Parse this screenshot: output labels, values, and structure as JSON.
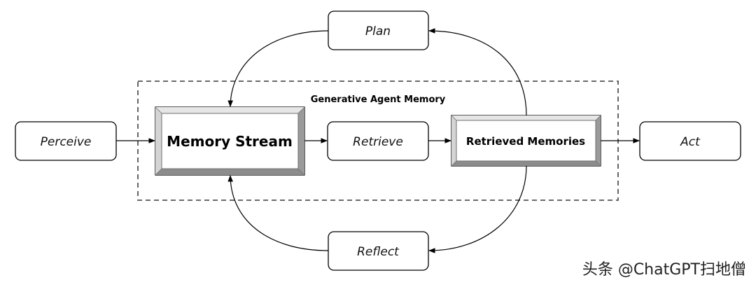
{
  "group": {
    "label": "Generative Agent Memory"
  },
  "nodes": {
    "plan": "Plan",
    "perceive": "Perceive",
    "memory_stream": "Memory Stream",
    "retrieve": "Retrieve",
    "retrieved_memories": "Retrieved Memories",
    "act": "Act",
    "reflect": "Reflect"
  },
  "watermark": "头条 @ChatGPT扫地僧",
  "colors": {
    "stroke": "#000000",
    "box_fill": "#ffffff",
    "bevel_light": "#e6e6e6",
    "bevel_mid": "#bdbdbd",
    "bevel_dark": "#8c8c8c",
    "group_border": "#555555"
  }
}
